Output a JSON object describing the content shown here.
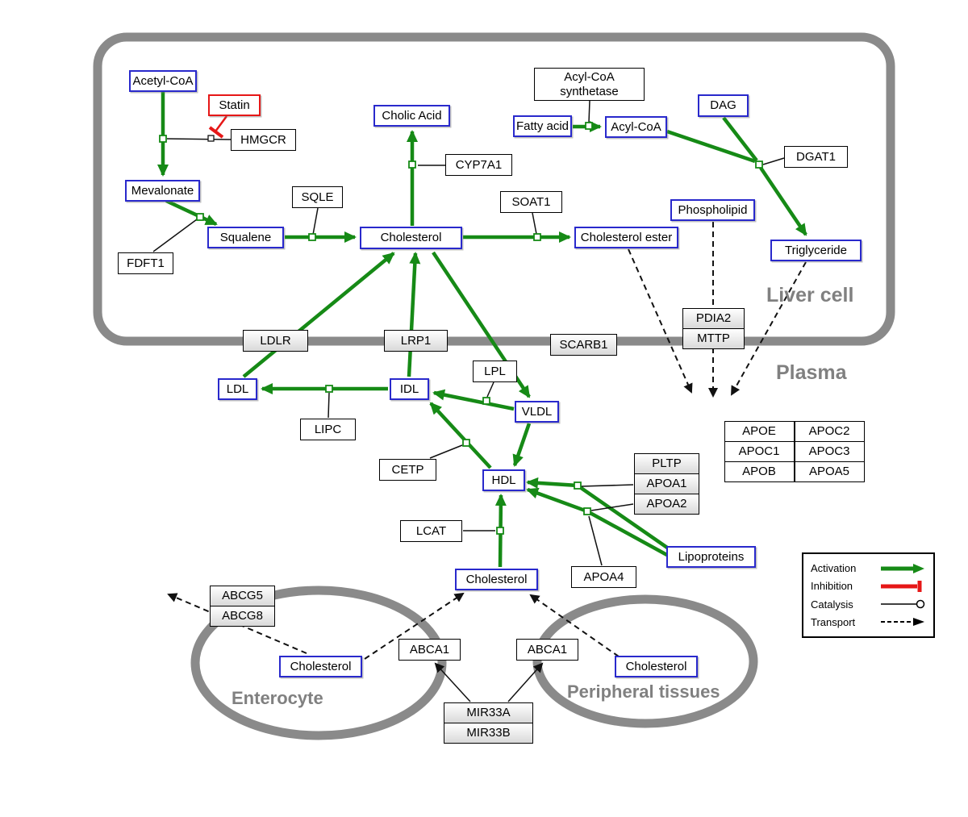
{
  "regions": {
    "liver_cell": "Liver cell",
    "plasma": "Plasma",
    "enterocyte": "Enterocyte",
    "peripheral_tissues": "Peripheral tissues"
  },
  "metabolites": {
    "acetyl_coa": "Acetyl-CoA",
    "mevalonate": "Mevalonate",
    "squalene": "Squalene",
    "cholic_acid": "Cholic Acid",
    "cholesterol_liver": "Cholesterol",
    "fatty_acid": "Fatty acid",
    "acyl_coa": "Acyl-CoA",
    "dag": "DAG",
    "phospholipid": "Phospholipid",
    "cholesterol_ester": "Cholesterol ester",
    "triglyceride": "Triglyceride",
    "ldl": "LDL",
    "idl": "IDL",
    "vldl": "VLDL",
    "hdl": "HDL",
    "cholesterol_plasma": "Cholesterol",
    "cholesterol_enterocyte": "Cholesterol",
    "cholesterol_peripheral": "Cholesterol",
    "lipoproteins": "Lipoproteins"
  },
  "inhibitors": {
    "statin": "Statin"
  },
  "enzymes": {
    "hmgcr": "HMGCR",
    "sqle": "SQLE",
    "fdft1": "FDFT1",
    "cyp7a1": "CYP7A1",
    "soat1": "SOAT1",
    "acyl_coa_synthetase_line1": "Acyl-CoA",
    "acyl_coa_synthetase_line2": "synthetase",
    "dgat1": "DGAT1",
    "pdia2": "PDIA2",
    "mttp": "MTTP",
    "ldlr": "LDLR",
    "lrp1": "LRP1",
    "scarb1": "SCARB1",
    "lpl": "LPL",
    "lipc": "LIPC",
    "cetp": "CETP",
    "pltp": "PLTP",
    "apoa1": "APOA1",
    "apoa2": "APOA2",
    "lcat": "LCAT",
    "apoa4": "APOA4",
    "abcg5": "ABCG5",
    "abcg8": "ABCG8",
    "abca1_enterocyte": "ABCA1",
    "abca1_peripheral": "ABCA1",
    "mir33a": "MIR33A",
    "mir33b": "MIR33B"
  },
  "apolipoprotein_table": [
    [
      "APOE",
      "APOC2"
    ],
    [
      "APOC1",
      "APOC3"
    ],
    [
      "APOB",
      "APOA5"
    ]
  ],
  "legend": {
    "activation": "Activation",
    "inhibition": "Inhibition",
    "catalysis": "Catalysis",
    "transport": "Transport"
  },
  "colors": {
    "activation_green": "#168a16",
    "inhibition_red": "#e61717",
    "metabolite_border_blue": "#2929cc",
    "membrane_gray": "#8a8a8a",
    "region_label_gray": "#808080"
  }
}
